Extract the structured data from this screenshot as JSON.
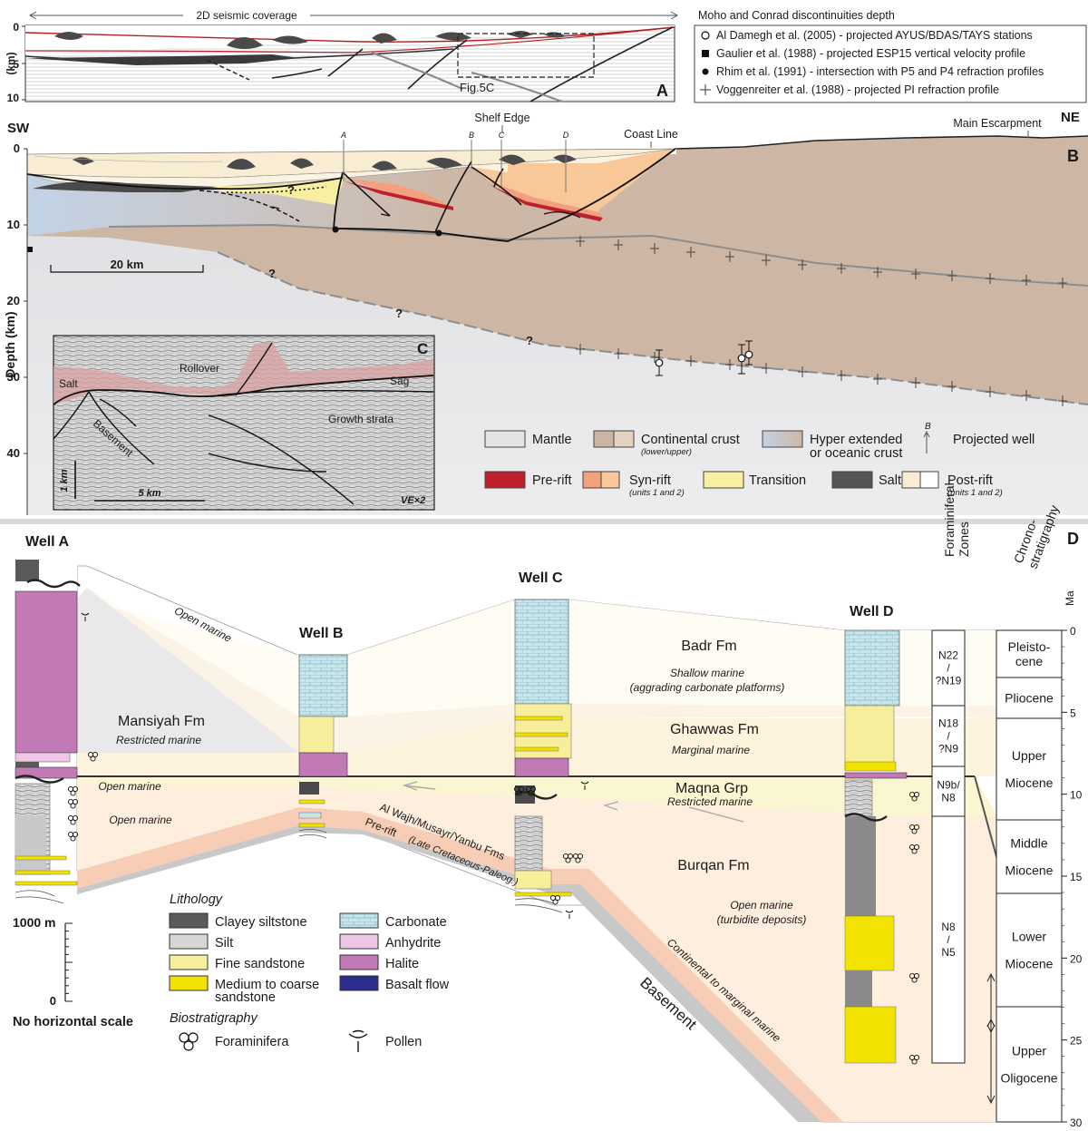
{
  "panelA": {
    "letter": "A",
    "coverage": "2D seismic coverage",
    "y_ticks": [
      "0",
      "5",
      "10"
    ],
    "y_unit": "(km)",
    "fig_ref": "Fig.5C"
  },
  "discontinuity": {
    "title": "Moho and Conrad discontinuities depth",
    "items": [
      {
        "symbol": "open-circle",
        "text": "Al Damegh et al. (2005) - projected AYUS/BDAS/TAYS stations"
      },
      {
        "symbol": "filled-square",
        "text": "Gaulier et al. (1988) - projected ESP15 vertical velocity profile"
      },
      {
        "symbol": "filled-circle",
        "text": "Rhim et al. (1991) - intersection with P5 and P4 refraction profiles"
      },
      {
        "symbol": "plus",
        "text": "Voggenreiter et al. (1988) - projected PI refraction profile"
      }
    ]
  },
  "panelB": {
    "letter": "B",
    "sw": "SW",
    "ne": "NE",
    "shelf_edge": "Shelf Edge",
    "coast_line": "Coast Line",
    "main_escarpment": "Main Escarpment",
    "wells": [
      "A",
      "B",
      "C",
      "D"
    ],
    "y_ticks": [
      "0",
      "10",
      "20",
      "30",
      "40"
    ],
    "y_label": "Depth (km)",
    "scale": "20 km",
    "question": "?"
  },
  "panelC": {
    "letter": "C",
    "labels": {
      "salt": "Salt",
      "rollover": "Rollover",
      "sag": "Sag",
      "basement": "Basement",
      "growth": "Growth strata"
    },
    "scale_v": "1 km",
    "scale_h": "5 km",
    "ve": "VE×2"
  },
  "legendB": {
    "mantle": "Mantle",
    "continental": "Continental crust",
    "continental_sub": "(lower/upper)",
    "hyper": "Hyper extended",
    "hyper2": "or oceanic crust",
    "projected": "Projected well",
    "well_letter": "B",
    "prerift": "Pre-rift",
    "synrift": "Syn-rift",
    "synrift_sub": "(units 1 and 2)",
    "transition": "Transition",
    "salt": "Salt",
    "postrift": "Post-rift",
    "postrift_sub": "(units 1 and 2)"
  },
  "panelD": {
    "letter": "D",
    "wells": [
      "Well A",
      "Well B",
      "Well C",
      "Well D"
    ],
    "formations": {
      "mansiyah": "Mansiyah Fm",
      "mansiyah_env": "Restricted marine",
      "open1": "Open marine",
      "open2": "Open marine",
      "open3": "Open marine",
      "badr": "Badr Fm",
      "badr_env1": "Shallow marine",
      "badr_env2": "(aggrading carbonate platforms)",
      "ghawwas": "Ghawwas Fm",
      "ghawwas_env": "Marginal marine",
      "maqna": "Maqna Grp",
      "maqna_env": "Restricted marine",
      "burqan": "Burqan Fm",
      "burqan_env1": "Open marine",
      "burqan_env2": "(turbidite deposits)",
      "alwajh": "Al Wajh/Musayr/Yanbu Fms",
      "prerift": "Pre-rift",
      "prerift_age": "(Late Cretaceous-Paleog.)",
      "continental": "Continental to marginal marine",
      "basement": "Basement"
    },
    "foram_header1": "Foraminiferal",
    "foram_header2": "Zones",
    "foram_zones": [
      {
        "l1": "N22",
        "l2": "/",
        "l3": "?N19"
      },
      {
        "l1": "N18",
        "l2": "/",
        "l3": "?N9"
      },
      {
        "l1": "N9b/",
        "l2": "N8",
        "l3": ""
      },
      {
        "l1": "N8",
        "l2": "/",
        "l3": "N5"
      }
    ],
    "chrono_header1": "Chrono-",
    "chrono_header2": "stratigraphy",
    "chrono": [
      {
        "l1": "Pleisto-",
        "l2": "cene"
      },
      {
        "l1": "Pliocene",
        "l2": ""
      },
      {
        "l1": "Upper",
        "l2": "Miocene"
      },
      {
        "l1": "Middle",
        "l2": "Miocene"
      },
      {
        "l1": "Lower",
        "l2": "Miocene"
      },
      {
        "l1": "Upper",
        "l2": "Oligocene"
      }
    ],
    "ma_label": "Ma",
    "ma_ticks": [
      "0",
      "5",
      "10",
      "15",
      "20",
      "25",
      "30"
    ],
    "vscale": "1000 m",
    "vscale_zero": "0",
    "no_hscale": "No horizontal scale"
  },
  "lithology": {
    "title": "Lithology",
    "items": [
      {
        "name": "Clayey siltstone",
        "color": "#5a5a5a"
      },
      {
        "name": "Silt",
        "color": "#d6d6d6"
      },
      {
        "name": "Fine sandstone",
        "color": "#f6ee9a"
      },
      {
        "name": "Medium to coarse",
        "name2": "sandstone",
        "color": "#f2e200"
      },
      {
        "name": "Carbonate",
        "color": "#c6e6ec"
      },
      {
        "name": "Anhydrite",
        "color": "#ecc6e4"
      },
      {
        "name": "Halite",
        "color": "#c27ab6"
      },
      {
        "name": "Basalt flow",
        "color": "#2d2d8c"
      }
    ],
    "bio_title": "Biostratigraphy",
    "forams": "Foraminifera",
    "pollen": "Pollen"
  },
  "colors": {
    "mantle": "#e4e4e6",
    "cont_lower": "#ccb5a2",
    "cont_upper": "#e3d2c2",
    "hyper": "#c2d3e6",
    "prerift": "#c0202e",
    "syn1": "#f2a07e",
    "syn2": "#f8c898",
    "transition": "#f8f0a0",
    "salt": "#555555",
    "post1": "#f8ecd2",
    "post2": "#ffffff"
  }
}
